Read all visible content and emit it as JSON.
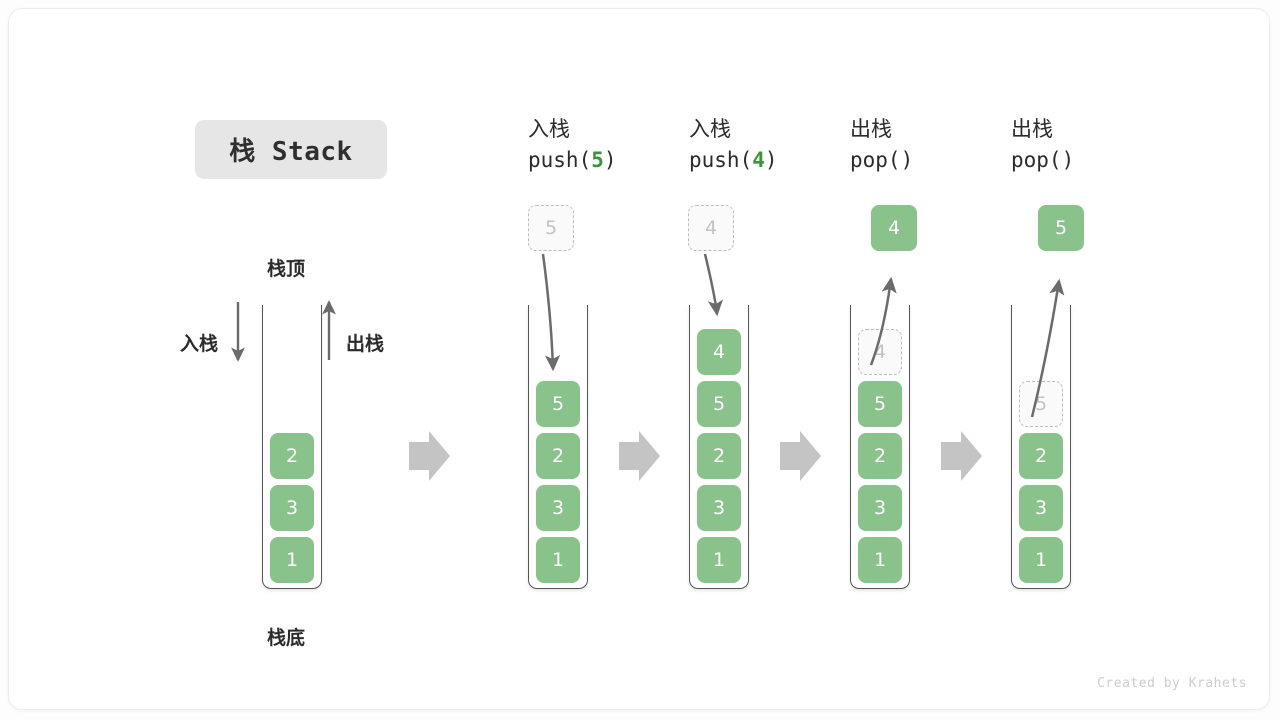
{
  "title": {
    "text": "栈 Stack"
  },
  "labels": {
    "top": "栈顶",
    "bottom": "栈底",
    "push": "入栈",
    "pop": "出栈"
  },
  "stages": [
    {
      "id": "initial",
      "caption_cn": "",
      "caption_code": "",
      "caption_arg": "",
      "cells": [
        "2",
        "3",
        "1"
      ],
      "ghost_index": -1,
      "float_box": null,
      "float_kind": null
    },
    {
      "id": "push-5",
      "caption_cn": "入栈",
      "caption_code_pre": "push(",
      "caption_arg": "5",
      "caption_code_post": ")",
      "cells": [
        "5",
        "2",
        "3",
        "1"
      ],
      "ghost_index": -1,
      "float_box": "5",
      "float_kind": "ghost"
    },
    {
      "id": "push-4",
      "caption_cn": "入栈",
      "caption_code_pre": "push(",
      "caption_arg": "4",
      "caption_code_post": ")",
      "cells": [
        "4",
        "5",
        "2",
        "3",
        "1"
      ],
      "ghost_index": -1,
      "float_box": "4",
      "float_kind": "ghost"
    },
    {
      "id": "pop-4",
      "caption_cn": "出栈",
      "caption_code_pre": "pop(",
      "caption_arg": "",
      "caption_code_post": ")",
      "cells": [
        "4",
        "5",
        "2",
        "3",
        "1"
      ],
      "ghost_index": 0,
      "float_box": "4",
      "float_kind": "solid"
    },
    {
      "id": "pop-5",
      "caption_cn": "出栈",
      "caption_code_pre": "pop(",
      "caption_arg": "",
      "caption_code_post": ")",
      "cells": [
        "5",
        "2",
        "3",
        "1"
      ],
      "ghost_index": 0,
      "float_box": "5",
      "float_kind": "solid"
    }
  ],
  "colors": {
    "green": "#8ac28c",
    "green_text": "#3f9142",
    "gray_arrow": "#c4c4c4",
    "line": "#6b6b6b",
    "chip_bg": "#e6e6e6"
  },
  "footer": {
    "credit": "Created by Krahets"
  }
}
